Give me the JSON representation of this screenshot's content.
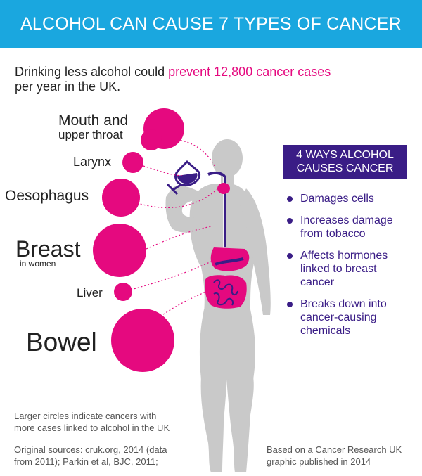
{
  "header": {
    "title": "ALCOHOL CAN CAUSE 7 TYPES OF CANCER"
  },
  "intro": {
    "line1_prefix": "Drinking less alcohol could ",
    "line1_highlight": "prevent 12,800 cancer cases",
    "line2": "per year in the UK."
  },
  "cancers": {
    "mouth": {
      "line1": "Mouth and",
      "line2": "upper throat"
    },
    "larynx": "Larynx",
    "oesophagus": "Oesophagus",
    "breast": {
      "main": "Breast",
      "sub": "in women"
    },
    "liver": "Liver",
    "bowel": "Bowel"
  },
  "ways": {
    "title_line1": "4 WAYS ALCOHOL",
    "title_line2": "CAUSES CANCER",
    "items": [
      {
        "l1": "Damages cells",
        "l2": "",
        "l3": ""
      },
      {
        "l1": "Increases damage",
        "l2": "from tobacco",
        "l3": ""
      },
      {
        "l1": "Affects hormones",
        "l2": "linked to breast",
        "l3": "cancer"
      },
      {
        "l1": "Breaks down into",
        "l2": "cancer-causing",
        "l3": "chemicals"
      }
    ]
  },
  "notes": {
    "circles_l1": "Larger circles indicate cancers with",
    "circles_l2": "more cases linked to alcohol in the UK",
    "sources_l1": "Original sources: cruk.org, 2014 (data",
    "sources_l2": "from 2011); Parkin et al, BJC, 2011;",
    "credit_l1": "Based on a Cancer Research UK",
    "credit_l2": "graphic published in 2014"
  },
  "colors": {
    "banner": "#1aa7df",
    "magenta": "#e5097f",
    "purple": "#3a1d86",
    "silhouette": "#c9c9c9"
  }
}
